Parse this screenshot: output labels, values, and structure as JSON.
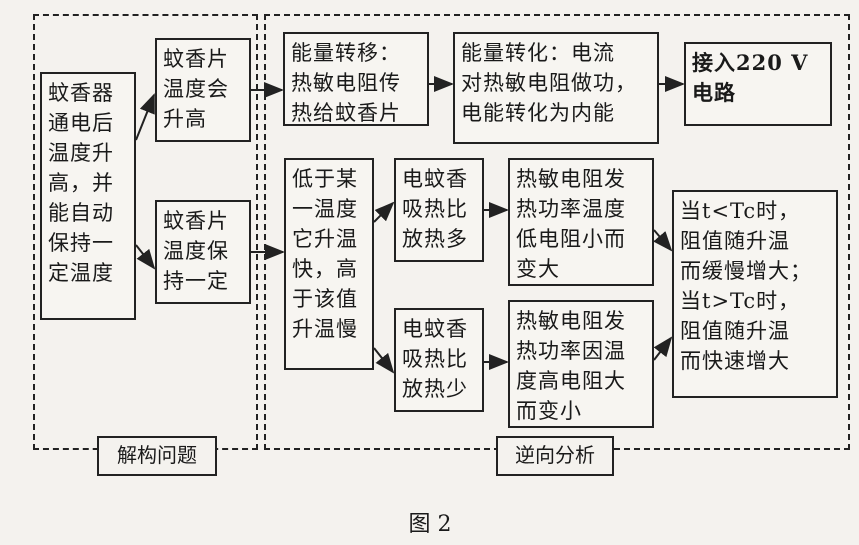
{
  "frames": {
    "left_label": "解构问题",
    "right_label": "逆向分析"
  },
  "boxes": {
    "main": "蚊香器\n通电后\n温度升\n高，并\n能自动\n保持一\n定温度",
    "rise": "蚊香片\n温度会\n升高",
    "keep": "蚊香片\n温度保\n持一定",
    "energy_transfer": "能量转移：\n热敏电阻传\n热给蚊香片",
    "energy_convert": "能量转化：电流\n对热敏电阻做功，\n电能转化为内能",
    "circuit": "接入220 V\n电路",
    "rate": "低于某\n一温度\n它升温\n快，高\n于该值\n升温慢",
    "absorb_more": "电蚊香\n吸热比\n放热多",
    "absorb_less": "电蚊香\n吸热比\n放热少",
    "power_low": "热敏电阻发\n热功率温度\n低电阻小而\n变大",
    "power_high": "热敏电阻发\n热功率因温\n度高电阻大\n而变小",
    "conclusion": "当t<Tc时，\n阻值随升温\n而缓慢增大；\n当t>Tc时，\n阻值随升温\n而快速增大"
  },
  "caption": "图 2"
}
